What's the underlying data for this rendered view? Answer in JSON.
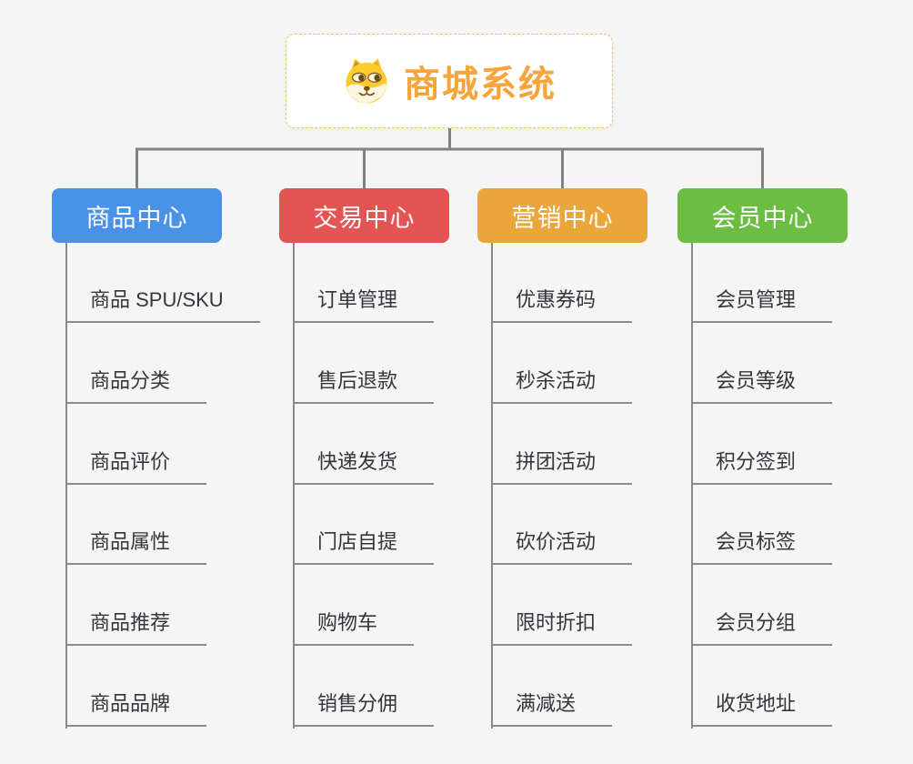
{
  "root": {
    "label": "商城系统",
    "icon": "dog-face-icon",
    "accent_color": "#F5A53B",
    "border_color": "#F5BE6B"
  },
  "connector_color": "#828282",
  "background_color": "#F5F5F5",
  "branches": [
    {
      "id": "product-center",
      "label": "商品中心",
      "color": "#4A91E8",
      "items": [
        "商品 SPU/SKU",
        "商品分类",
        "商品评价",
        "商品属性",
        "商品推荐",
        "商品品牌"
      ]
    },
    {
      "id": "trade-center",
      "label": "交易中心",
      "color": "#E35452",
      "items": [
        "订单管理",
        "售后退款",
        "快递发货",
        "门店自提",
        "购物车",
        "销售分佣"
      ]
    },
    {
      "id": "marketing-center",
      "label": "营销中心",
      "color": "#EAA63C",
      "items": [
        "优惠券码",
        "秒杀活动",
        "拼团活动",
        "砍价活动",
        "限时折扣",
        "满减送"
      ]
    },
    {
      "id": "member-center",
      "label": "会员中心",
      "color": "#6BBE41",
      "items": [
        "会员管理",
        "会员等级",
        "积分签到",
        "会员标签",
        "会员分组",
        "收货地址"
      ]
    }
  ]
}
